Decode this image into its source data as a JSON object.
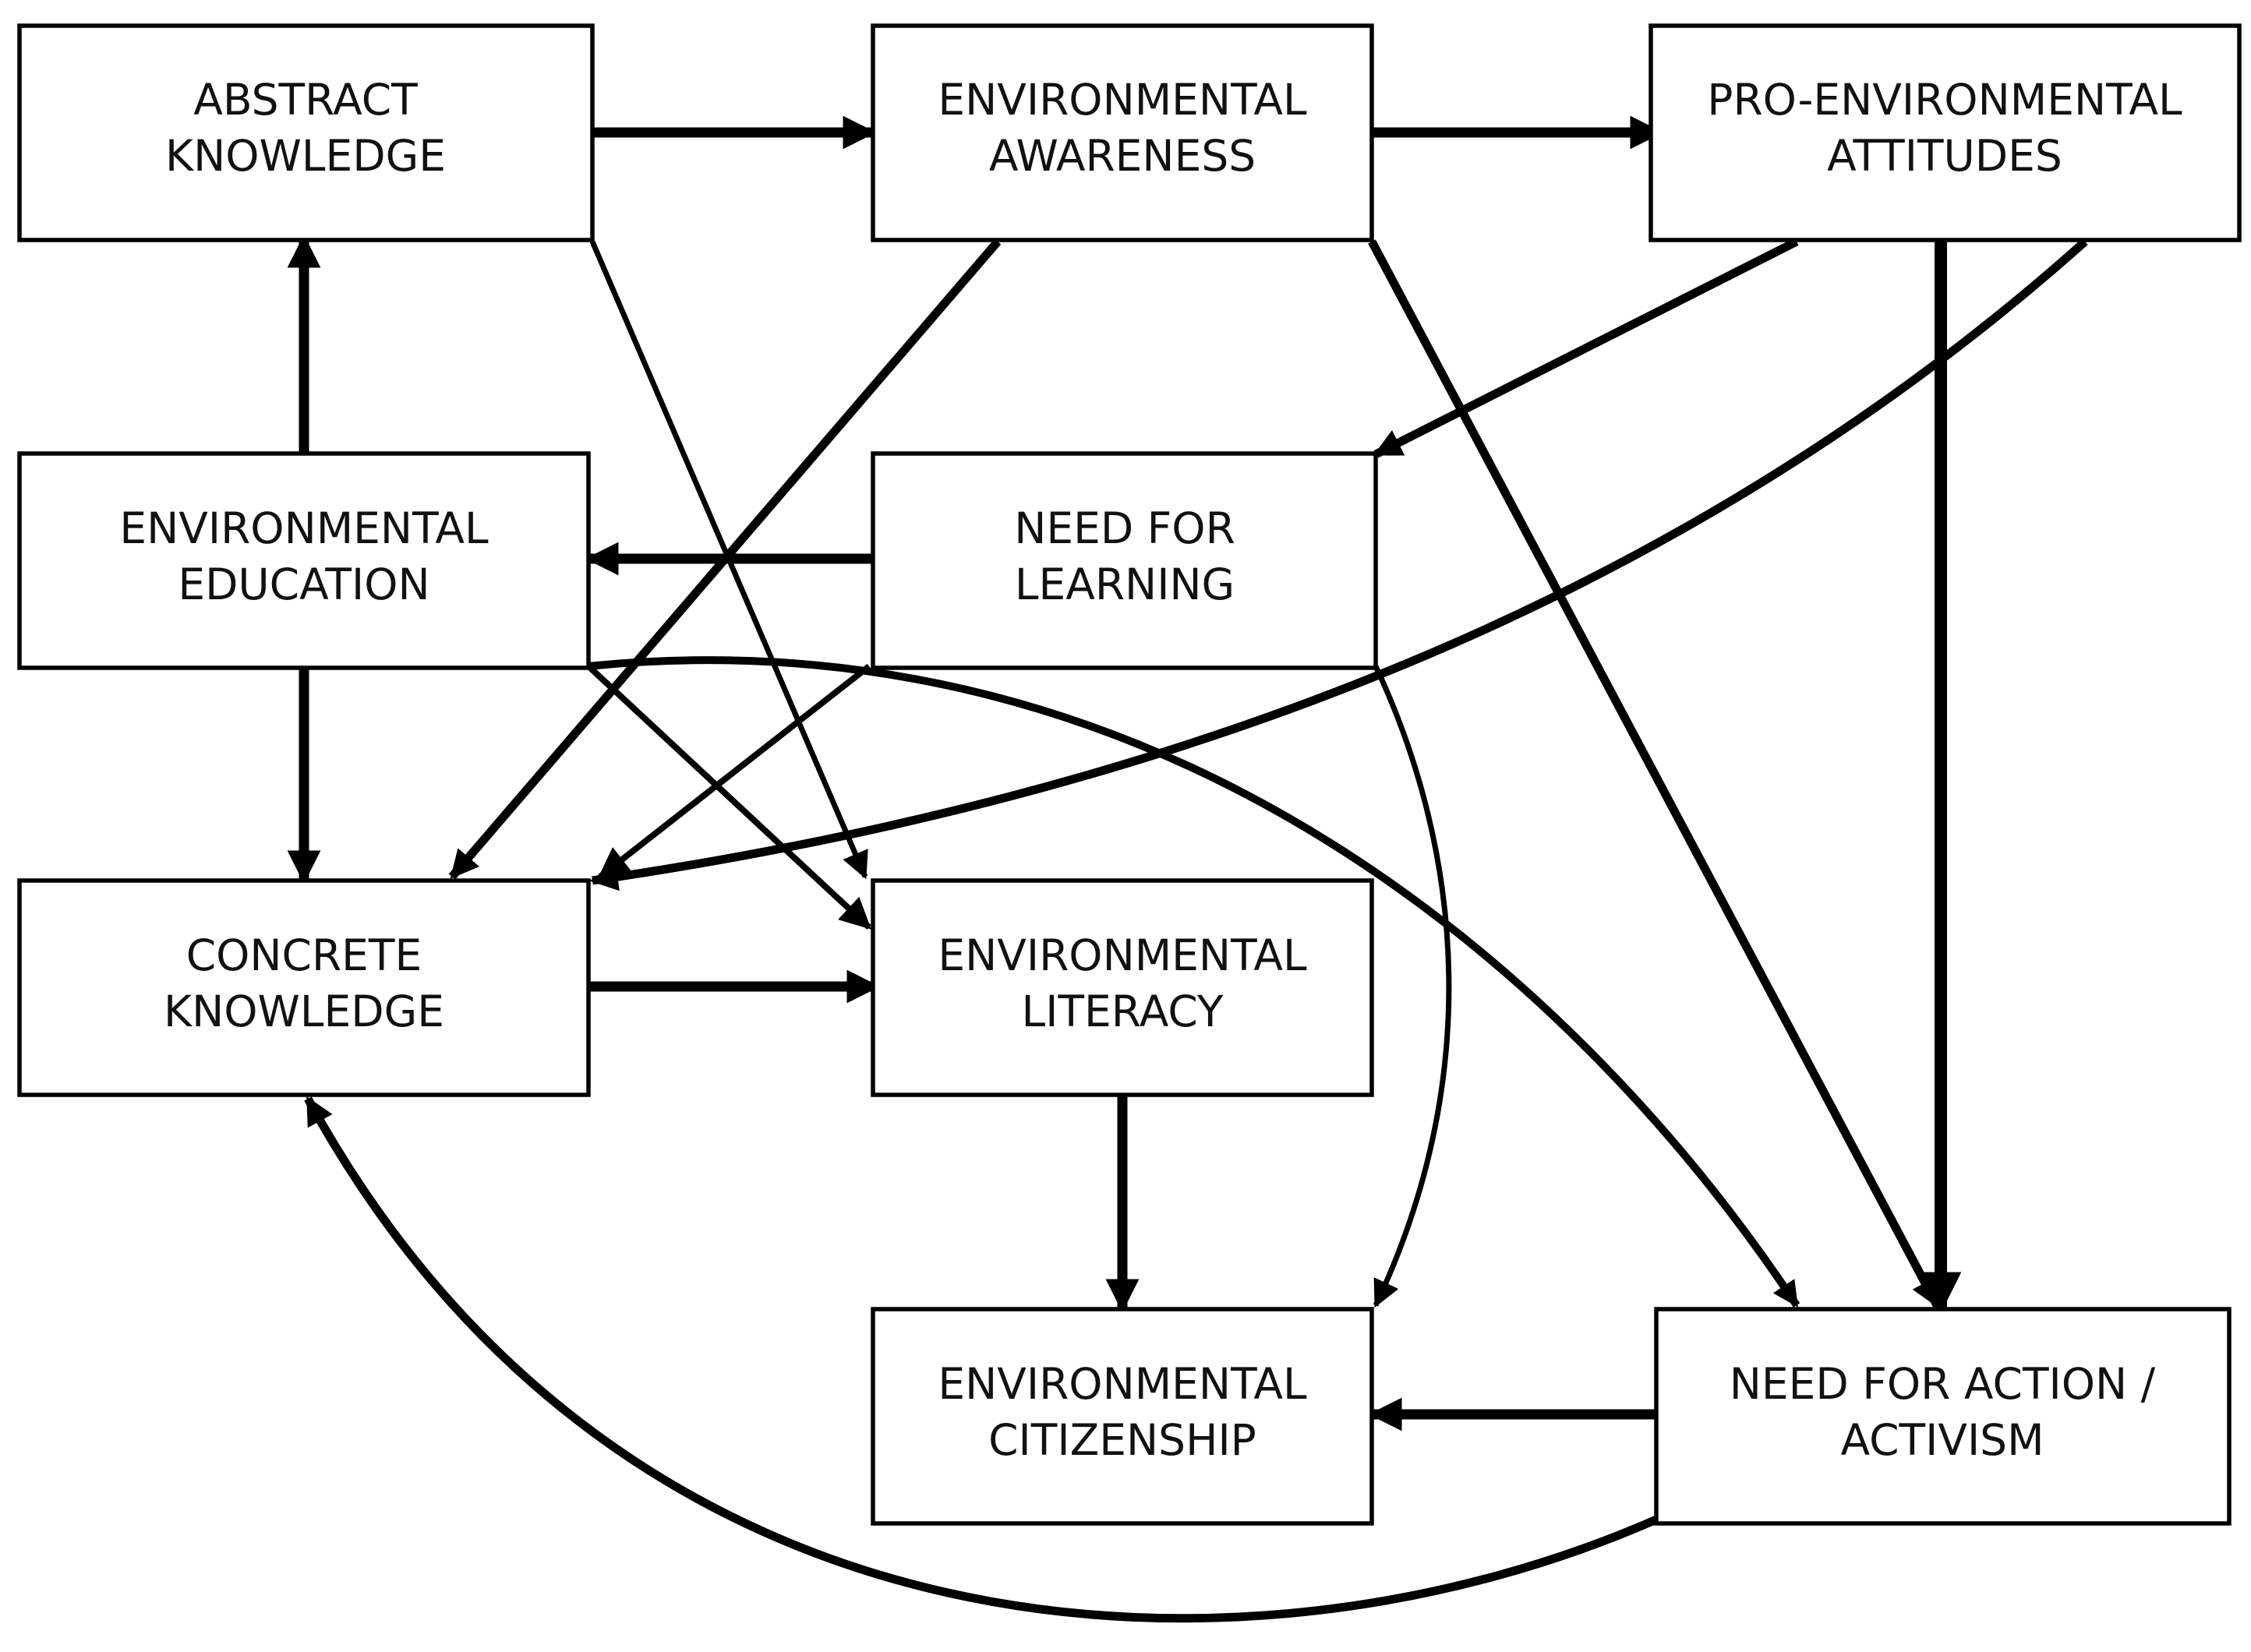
{
  "diagram": {
    "nodes": {
      "abstract_knowledge": {
        "line1": "ABSTRACT",
        "line2": "KNOWLEDGE"
      },
      "env_awareness": {
        "line1": "ENVIRONMENTAL",
        "line2": "AWARENESS"
      },
      "pro_env_attitudes": {
        "line1": "PRO-ENVIRONMENTAL",
        "line2": "ATTITUDES"
      },
      "env_education": {
        "line1": "ENVIRONMENTAL",
        "line2": "EDUCATION"
      },
      "need_for_learning": {
        "line1": "NEED FOR",
        "line2": "LEARNING"
      },
      "concrete_knowledge": {
        "line1": "CONCRETE",
        "line2": "KNOWLEDGE"
      },
      "env_literacy": {
        "line1": "ENVIRONMENTAL",
        "line2": "LITERACY"
      },
      "env_citizenship": {
        "line1": "ENVIRONMENTAL",
        "line2": "CITIZENSHIP"
      },
      "need_for_action": {
        "line1": "NEED FOR ACTION /",
        "line2": "ACTIVISM"
      }
    },
    "edges": [
      {
        "from": "ABSTRACT KNOWLEDGE",
        "to": "ENVIRONMENTAL AWARENESS"
      },
      {
        "from": "ENVIRONMENTAL AWARENESS",
        "to": "PRO-ENVIRONMENTAL ATTITUDES"
      },
      {
        "from": "ENVIRONMENTAL EDUCATION",
        "to": "ABSTRACT KNOWLEDGE"
      },
      {
        "from": "ENVIRONMENTAL EDUCATION",
        "to": "CONCRETE KNOWLEDGE"
      },
      {
        "from": "NEED FOR LEARNING",
        "to": "ENVIRONMENTAL EDUCATION"
      },
      {
        "from": "CONCRETE KNOWLEDGE",
        "to": "ENVIRONMENTAL LITERACY"
      },
      {
        "from": "ENVIRONMENTAL LITERACY",
        "to": "ENVIRONMENTAL CITIZENSHIP"
      },
      {
        "from": "NEED FOR ACTION / ACTIVISM",
        "to": "ENVIRONMENTAL CITIZENSHIP"
      },
      {
        "from": "PRO-ENVIRONMENTAL ATTITUDES",
        "to": "NEED FOR ACTION / ACTIVISM"
      },
      {
        "from": "PRO-ENVIRONMENTAL ATTITUDES",
        "to": "NEED FOR LEARNING"
      },
      {
        "from": "PRO-ENVIRONMENTAL ATTITUDES",
        "to": "CONCRETE KNOWLEDGE"
      },
      {
        "from": "ENVIRONMENTAL AWARENESS",
        "to": "CONCRETE KNOWLEDGE"
      },
      {
        "from": "ENVIRONMENTAL AWARENESS",
        "to": "NEED FOR ACTION / ACTIVISM"
      },
      {
        "from": "ABSTRACT KNOWLEDGE",
        "to": "ENVIRONMENTAL LITERACY"
      },
      {
        "from": "ENVIRONMENTAL EDUCATION",
        "to": "ENVIRONMENTAL LITERACY"
      },
      {
        "from": "ENVIRONMENTAL EDUCATION",
        "to": "NEED FOR ACTION / ACTIVISM"
      },
      {
        "from": "NEED FOR LEARNING",
        "to": "CONCRETE KNOWLEDGE"
      },
      {
        "from": "NEED FOR LEARNING",
        "to": "ENVIRONMENTAL CITIZENSHIP"
      },
      {
        "from": "NEED FOR ACTION / ACTIVISM",
        "to": "CONCRETE KNOWLEDGE"
      }
    ]
  }
}
